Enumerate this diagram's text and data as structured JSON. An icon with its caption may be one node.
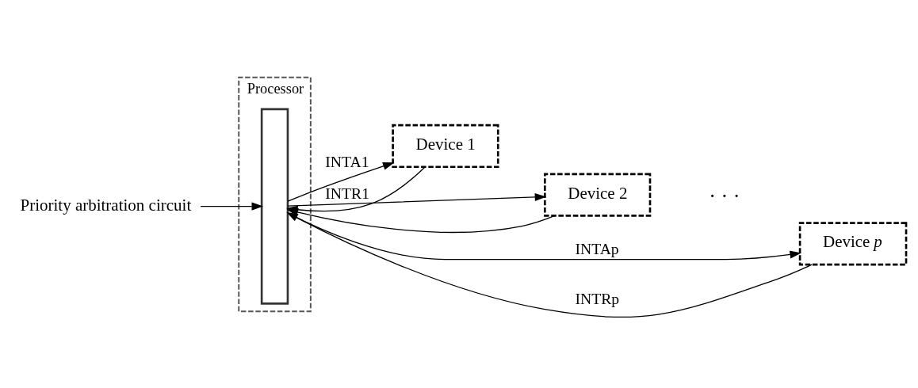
{
  "diagram": {
    "nodes": [
      {
        "text": [
          "Processor"
        ]
      },
      {
        "text": [],
        "shape": "bar",
        "in": 0
      },
      {
        "text": [
          "Priority arbitration circuit"
        ]
      },
      {
        "text": [
          "Device 1"
        ]
      },
      {
        "text": [
          "Device 2"
        ]
      },
      {
        "text": [
          "Device *p*"
        ]
      }
    ],
    "edges": [
      {
        "from": 3,
        "to": 1,
        "arrow": "to",
        "label": "INTR1"
      },
      {
        "from": 4,
        "to": 1,
        "arrow": "to"
      },
      {
        "from": 5,
        "to": 1,
        "arrow": "to",
        "label": "INTRp"
      },
      {
        "from": 1,
        "to": 3,
        "arrow": "to",
        "label": "INTA1"
      },
      {
        "from": 1,
        "to": 4,
        "arrow": "to"
      },
      {
        "from": 1,
        "to": 5,
        "arrow": "to",
        "label": "INTAp"
      },
      {
        "from": 2,
        "to": 1,
        "arrow": "to"
      }
    ],
    "labels": [
      "· · ·"
    ]
  }
}
